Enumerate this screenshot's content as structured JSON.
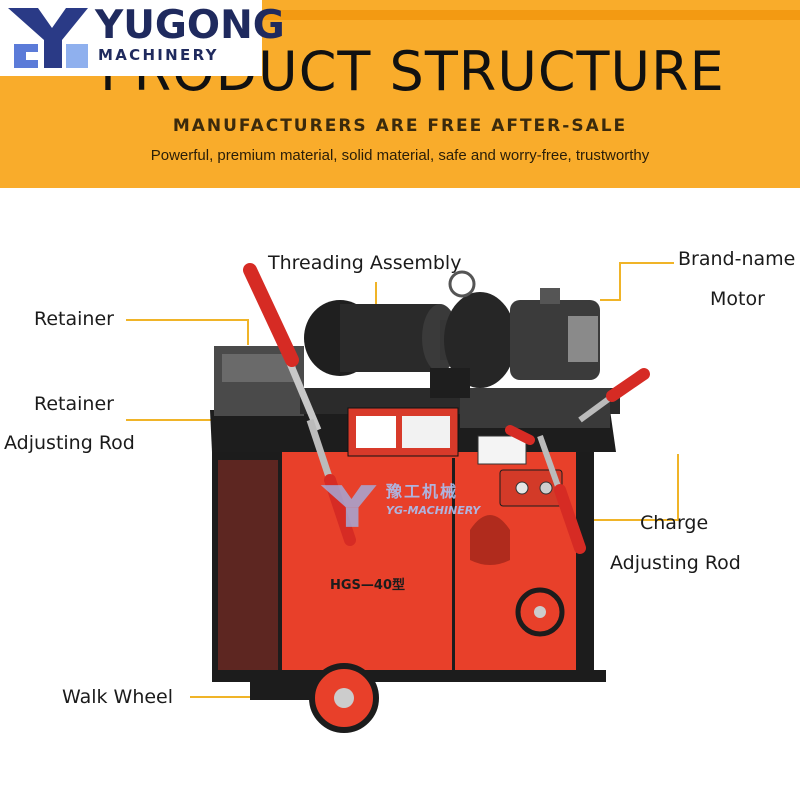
{
  "banner": {
    "title": "PRODUCT STRUCTURE",
    "subtitle": "MANUFACTURERS ARE FREE AFTER-SALE",
    "tagline": "Powerful, premium material, solid material, safe and worry-free, trustworthy"
  },
  "logo": {
    "name": "YUGONG",
    "sub": "MACHINERY"
  },
  "labels": {
    "threading_assembly": "Threading Assembly",
    "brand_name": "Brand-name",
    "motor": "Motor",
    "retainer": "Retainer",
    "retainer2_line1": "Retainer",
    "retainer2_line2": "Adjusting Rod",
    "charge_line1": "Charge",
    "charge_line2": "Adjusting Rod",
    "walk_wheel": "Walk Wheel"
  },
  "machine": {
    "model": "HGS—40型",
    "watermark_cn": "豫工机械",
    "watermark_en": "YG-MACHINERY"
  },
  "colors": {
    "banner": "#f9ac2b",
    "leader": "#f0b428",
    "body_red": "#e8402a",
    "frame_black": "#1d1d1d"
  }
}
